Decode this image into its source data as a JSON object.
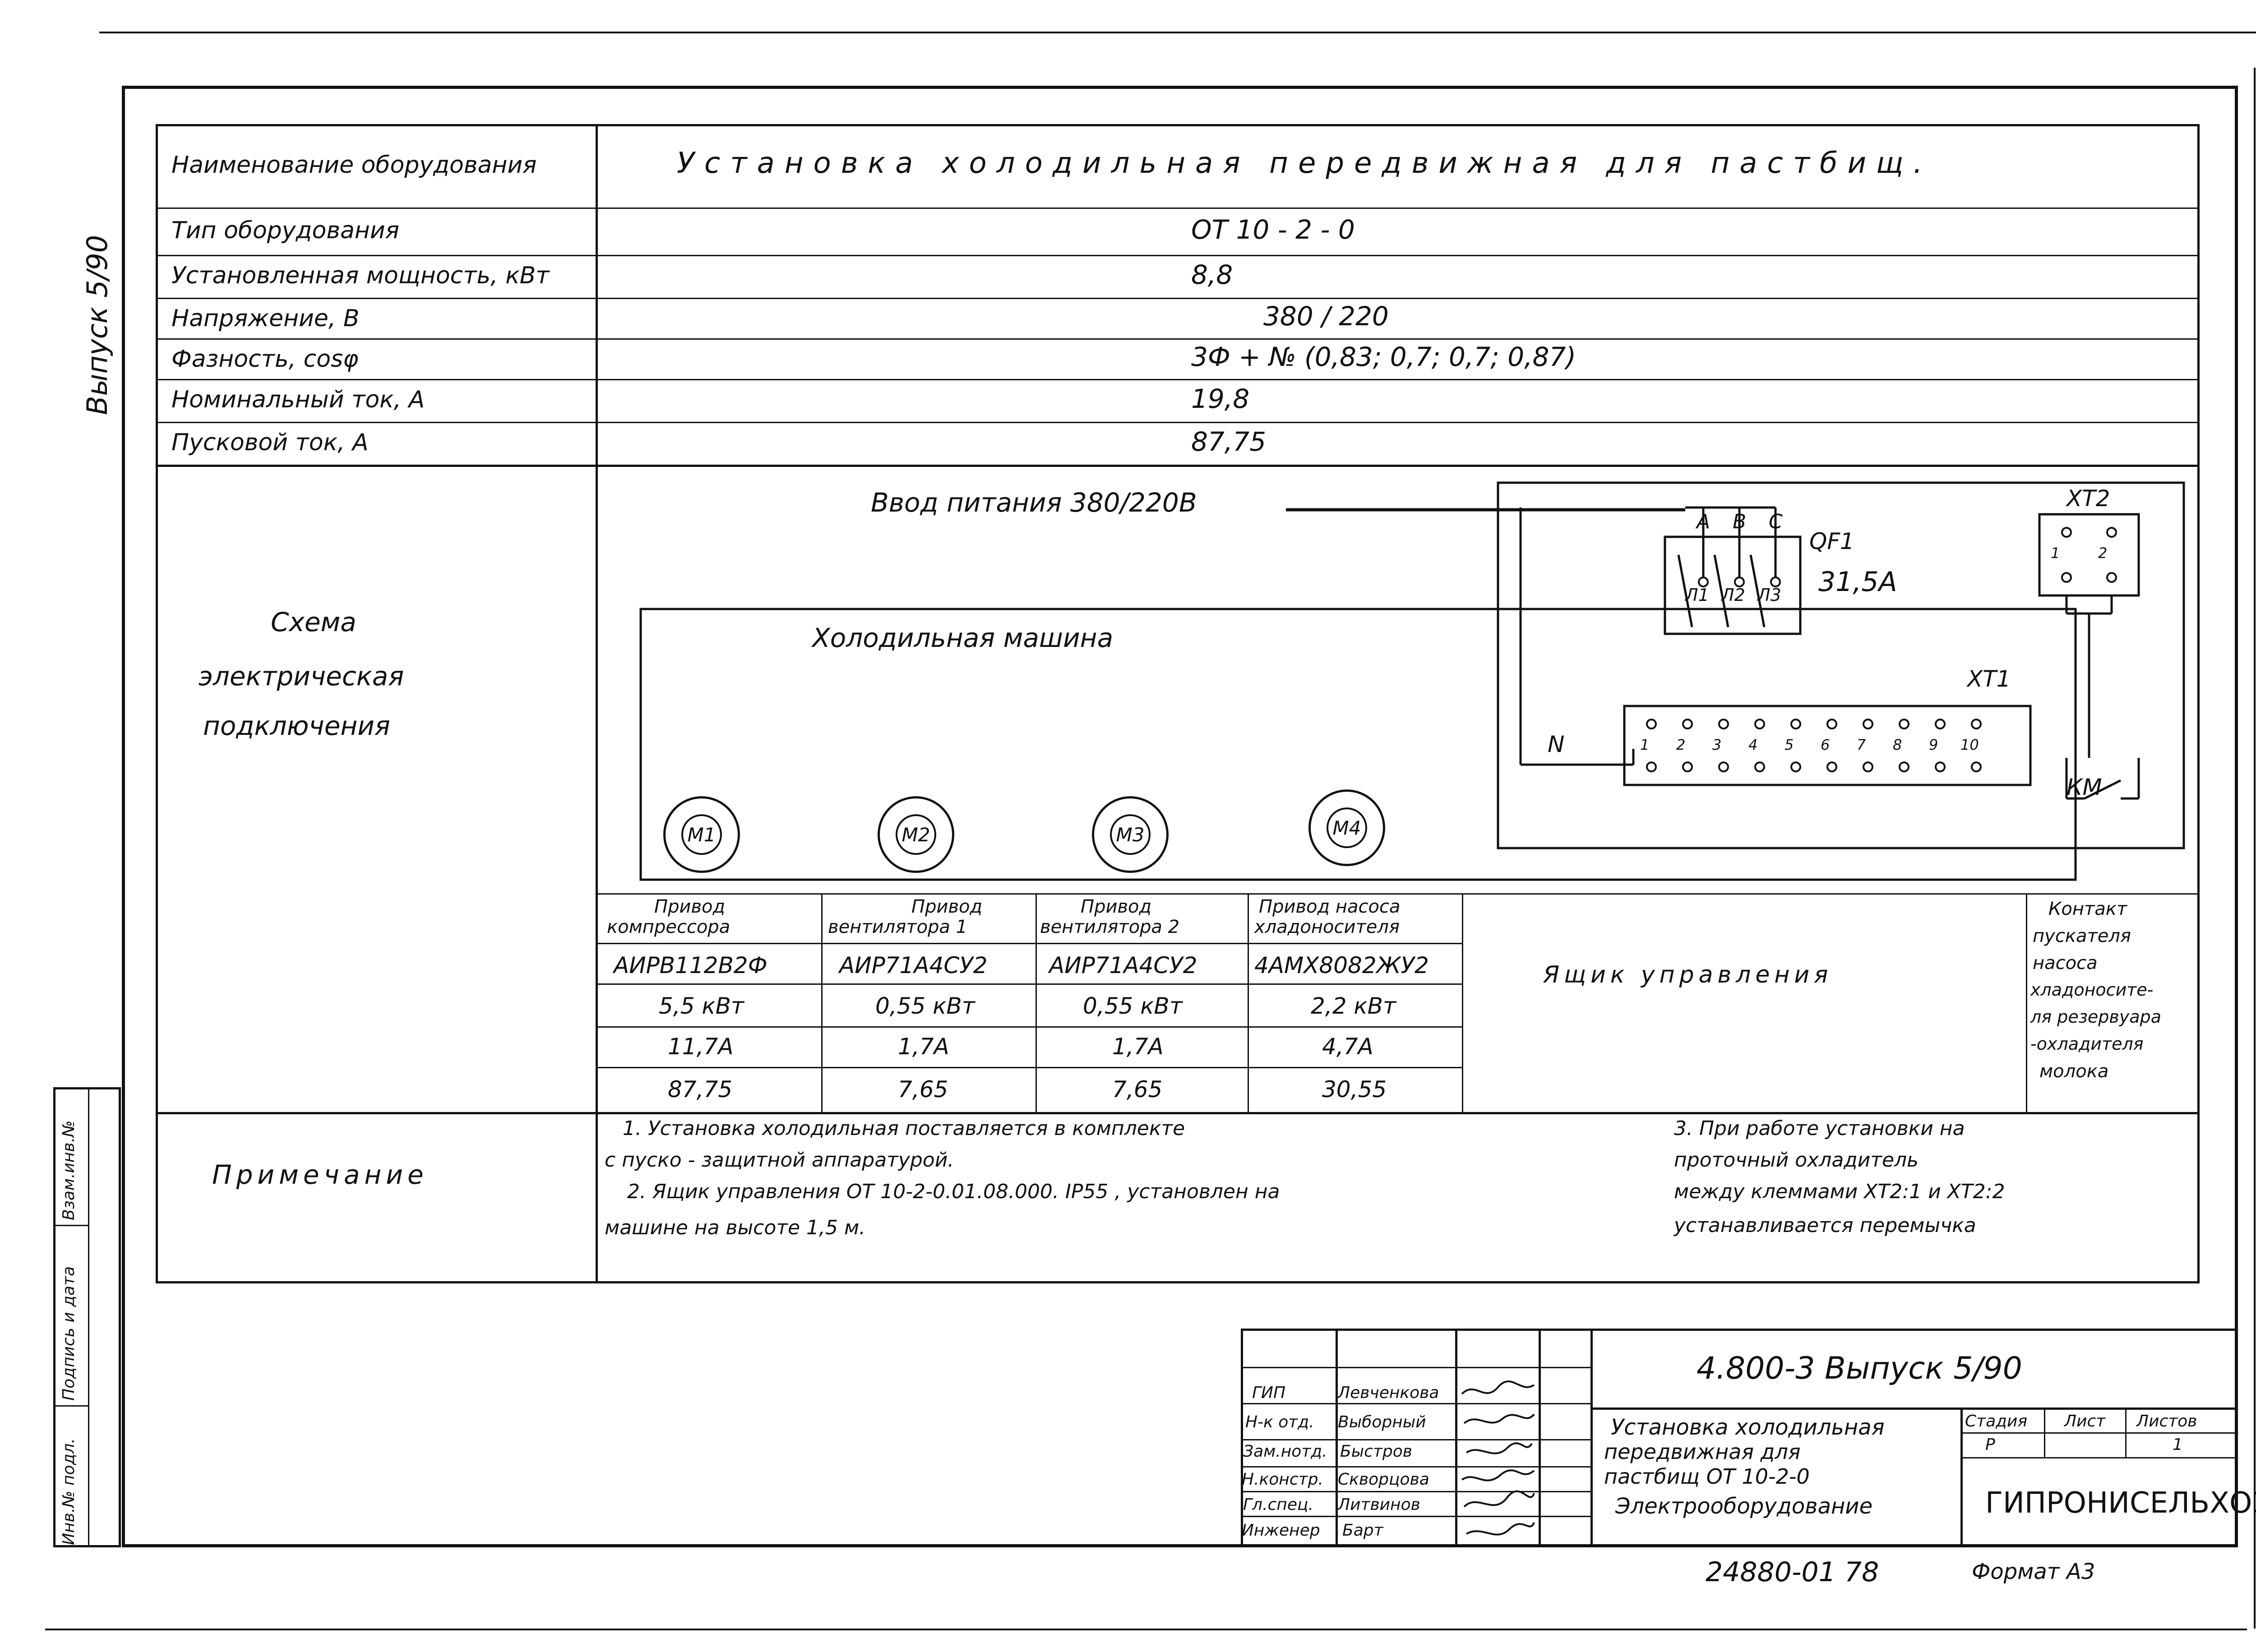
{
  "side": {
    "issue": "Выпуск 5/90",
    "stamp": [
      "Инв.№ подл.",
      "Подпись и дата",
      "Взам.инв.№"
    ]
  },
  "spec": {
    "rows": [
      {
        "label": "Наименование оборудования",
        "value": "Установка холодильная передвижная для пастбищ."
      },
      {
        "label": "Тип оборудования",
        "value": "ОТ 10 - 2 - 0"
      },
      {
        "label": "Установленная мощность, кВт",
        "value": "8,8"
      },
      {
        "label": "Напряжение, В",
        "value": "380 / 220"
      },
      {
        "label": "Фазность, cosφ",
        "value": "3Ф + №  (0,83; 0,7; 0,7; 0,87)"
      },
      {
        "label": "Номинальный ток, А",
        "value": "19,8"
      },
      {
        "label": "Пусковой ток, А",
        "value": "87,75"
      }
    ]
  },
  "schema": {
    "label_lines": [
      "Схема",
      "электрическая",
      "подключения"
    ],
    "supply": "Ввод питания 380/220В",
    "machine": "Холодильная машина",
    "qf": "QF1",
    "qf_rating": "31,5А",
    "phases": [
      "А",
      "В",
      "С"
    ],
    "lines": [
      "Л1",
      "Л2",
      "Л3"
    ],
    "xt1": "XT1",
    "xt2": "XT2",
    "xt1_terms": [
      "1",
      "2",
      "3",
      "4",
      "5",
      "6",
      "7",
      "8",
      "9",
      "10"
    ],
    "xt2_terms": [
      "1",
      "2"
    ],
    "neutral": "N",
    "km": "КМ",
    "motors": [
      "M1",
      "M2",
      "M3",
      "M4"
    ]
  },
  "drives": {
    "headers": [
      [
        "Привод",
        "компрессора"
      ],
      [
        "Привод",
        "вентилятора 1"
      ],
      [
        "Привод",
        "вентилятора 2"
      ],
      [
        "Привод насоса",
        "хладоносителя"
      ]
    ],
    "rows": [
      [
        "АИРВ112В2Ф",
        "АИР71А4СУ2",
        "АИР71А4СУ2",
        "4АМХ8082ЖУ2"
      ],
      [
        "5,5 кВт",
        "0,55 кВт",
        "0,55 кВт",
        "2,2 кВт"
      ],
      [
        "11,7А",
        "1,7А",
        "1,7А",
        "4,7А"
      ],
      [
        "87,75",
        "7,65",
        "7,65",
        "30,55"
      ]
    ],
    "box": "Ящик управления",
    "contact": [
      "Контакт",
      "пускателя",
      "насоса",
      "хладоносите-",
      "ля резервуара",
      "-охладителя",
      "молока"
    ]
  },
  "notes": {
    "label": "Примечание",
    "left": [
      "1. Установка холодильная поставляется в комплекте",
      "с пуско - защитной аппаратурой.",
      "2. Ящик управления ОТ 10-2-0.01.08.000. IP55 , установлен на",
      "машине на высоте 1,5 м."
    ],
    "right": [
      "3. При работе установки на",
      "проточный охладитель",
      "между клеммами XT2:1 и XT2:2",
      "устанавливается перемычка"
    ]
  },
  "titleblock": {
    "roles": [
      "ГИП",
      "Н-к отд.",
      "Зам.нотд.",
      "Н.констр.",
      "Гл.спец.",
      "Инженер"
    ],
    "names": [
      "Левченкова",
      "Выборный",
      "Быстров",
      "Скворцова",
      "Литвинов",
      "Барт"
    ],
    "doc": "4.800-3   Выпуск 5/90",
    "title_lines": [
      "Установка холодильная",
      "передвижная для",
      "пастбищ ОТ 10-2-0",
      "Электрооборудование"
    ],
    "stage_h": "Стадия",
    "sheet_h": "Лист",
    "sheets_h": "Листов",
    "stage": "Р",
    "sheets": "1",
    "org": "ГИПРОНИСЕЛЬХОЗ",
    "bottom_code": "24880-01  78",
    "format": "Формат А3"
  }
}
